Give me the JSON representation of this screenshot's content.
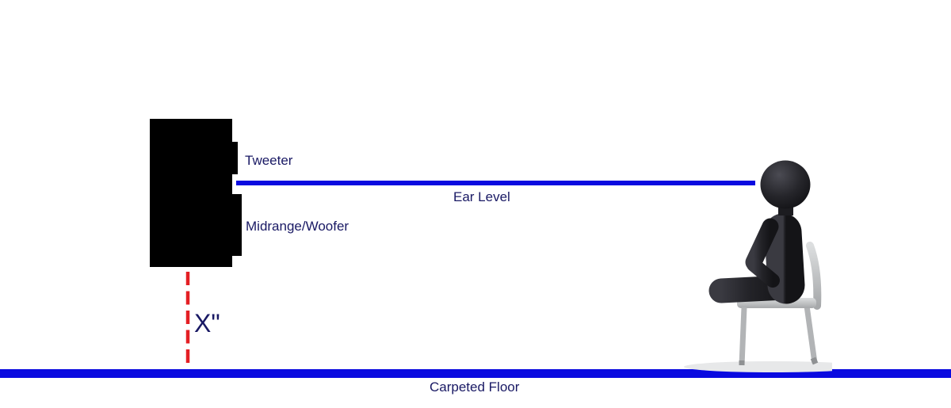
{
  "diagram": {
    "speaker": {
      "tweeter_label": "Tweeter",
      "midrange_label": "Midrange/Woofer"
    },
    "annotations": {
      "ear_level_label": "Ear Level",
      "height_label": "X\"",
      "floor_label": "Carpeted Floor"
    },
    "figures": {
      "listener_icon": "seated-person-figure",
      "chair_icon": "side-chair-figure"
    },
    "colors": {
      "speaker_black": "#000000",
      "line_blue": "#0a0ae0",
      "label_navy": "#191964",
      "dash_red": "#e41f24",
      "person_body": "#232328",
      "chair_grey": "#c6c8ca",
      "background": "#ffffff"
    }
  }
}
